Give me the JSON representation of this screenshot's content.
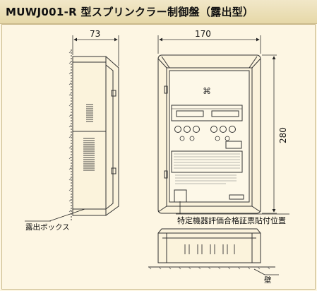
{
  "header": {
    "title": "MUWJ001-R 型スプリンクラー制御盤（露出型）"
  },
  "dimensions": {
    "side_width": "73",
    "front_width": "170",
    "front_height": "280"
  },
  "labels": {
    "exposed_box": "露出ボックス",
    "certification_label_position": "特定機器評価合格証票貼付位置",
    "wall": "壁"
  }
}
